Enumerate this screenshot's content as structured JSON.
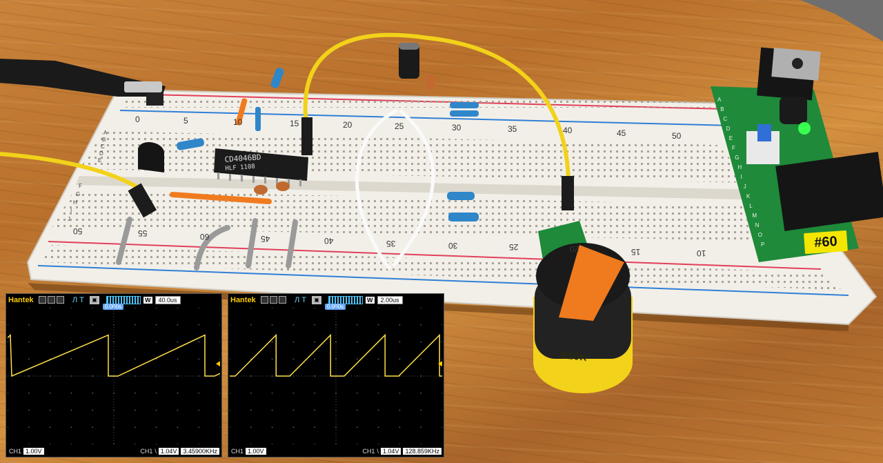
{
  "photo": {
    "breadboard_top_numbers": [
      "0",
      "5",
      "10",
      "15",
      "20",
      "25",
      "30",
      "35",
      "40",
      "45",
      "50"
    ],
    "breadboard_bottom_numbers": [
      "50",
      "55",
      "60",
      "45",
      "40",
      "35",
      "30",
      "25",
      "20",
      "15",
      "10"
    ],
    "breadboard_row_letters": [
      "A",
      "B",
      "C",
      "D",
      "E",
      "F",
      "G",
      "H",
      "I",
      "J"
    ],
    "chip_label_line1": "CD4046BD",
    "chip_label_line2": "HLF 1108",
    "pcb_tag": "#60",
    "pcb_header_letters": [
      "A",
      "B",
      "C",
      "D",
      "E",
      "F",
      "G",
      "H",
      "I",
      "J",
      "K",
      "L",
      "M",
      "N",
      "O",
      "P"
    ],
    "knob_text": "B10K",
    "colors": {
      "wood": "#c07a35",
      "breadboard": "#f2efe8",
      "rail_red": "#e0405a",
      "rail_blue": "#2f7fd6",
      "jumper_yellow": "#f2d21a",
      "knob_orange": "#f07b1f",
      "pcb_green": "#1f8a3a",
      "led_green": "#39ff4f",
      "trace_yellow": "#ffe24a"
    }
  },
  "scopes": [
    {
      "brand": "Hantek",
      "trigger_mode": "Л T",
      "trigger_position": "0.000s",
      "w_label": "W",
      "timebase": "40.0us",
      "ch1_label": "CH1",
      "ch1_volts": "1.00V",
      "trigger_channel": "CH1",
      "trigger_edge": "\\",
      "trigger_level": "1.04V",
      "frequency": "3.45900KHz",
      "waveform": {
        "type": "sawtooth",
        "cycles_visible": 2.2,
        "duty_ramp": 0.9
      }
    },
    {
      "brand": "Hantek",
      "trigger_mode": "Л T",
      "trigger_position": "0.000s",
      "w_label": "W",
      "timebase": "2.00us",
      "ch1_label": "CH1",
      "ch1_volts": "1.00V",
      "trigger_channel": "CH1",
      "trigger_edge": "\\",
      "trigger_level": "1.04V",
      "frequency": "128.859KHz",
      "waveform": {
        "type": "sawtooth",
        "cycles_visible": 3.9,
        "duty_ramp": 0.75
      }
    }
  ]
}
